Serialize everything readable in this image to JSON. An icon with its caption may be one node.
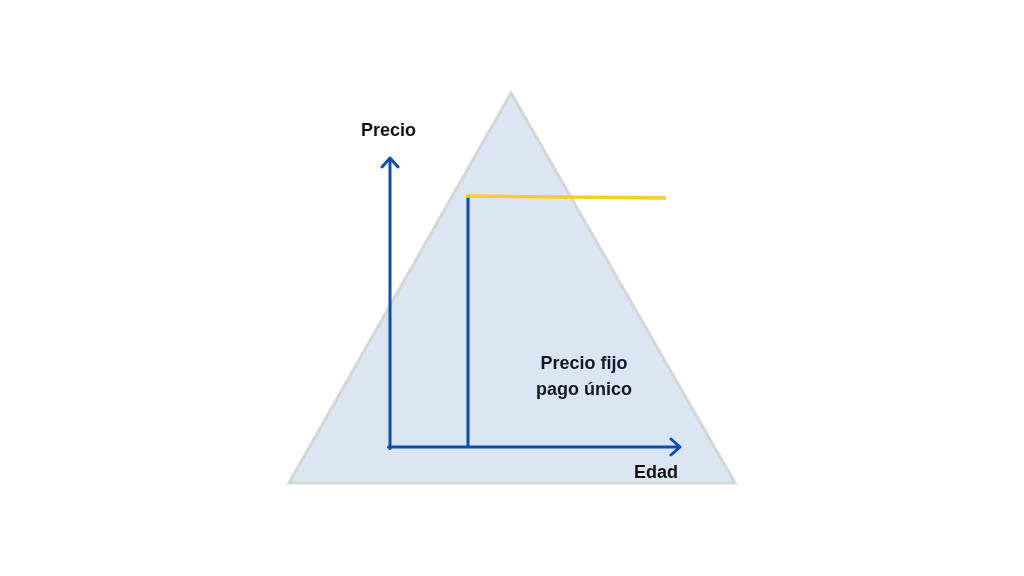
{
  "diagram": {
    "nodes": [
      {
        "text": [
          "Precio fijo pago único"
        ]
      }
    ],
    "labels": [
      "Precio",
      "Edad"
    ]
  }
}
